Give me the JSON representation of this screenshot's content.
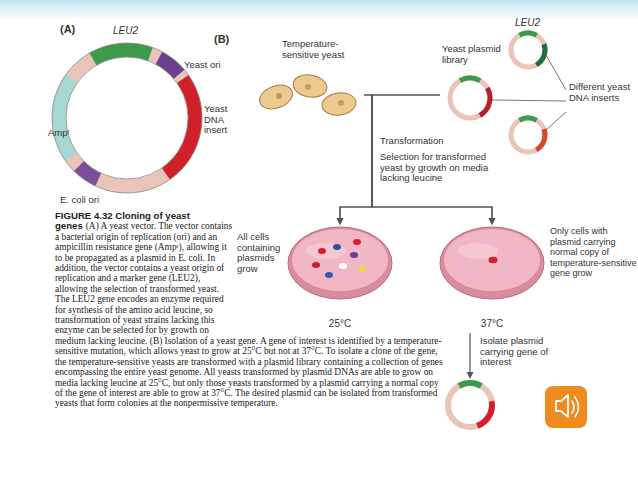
{
  "diagram": {
    "title": "FIGURE 4.32 Cloning of yeast genes",
    "caption": "(A) A yeast vector. The vector contains a bacterial origin of replication (ori) and an ampicillin resistance gene (Ampʳ), allowing it to be propagated as a plasmid in E. coli. In addition, the vector contains a yeast origin of replication and a marker gene (LEU2), allowing the selection of transformed yeast. The LEU2 gene encodes an enzyme required for synthesis of the amino acid leucine, so transformation of yeast strains lacking this enzyme can be selected for by growth on medium lacking leucine. (B) Isolation of a yeast gene. A gene of interest is identified by a temperature-sensitive mutation, which allows yeast to grow at 25°C but not at 37°C. To isolate a clone of the gene, the temperature-sensitive yeasts are transformed with a plasmid library containing a collection of genes encompassing the entire yeast genome. All yeasts transformed by plasmid DNAs are able to grow on media lacking leucine at 25°C, but only those yeasts transformed by a plasmid carrying a normal copy of the gene of interest are able to grow at 37°C. The desired plasmid can be isolated from transformed yeasts that form colonies at the nonpermissive temperature.",
    "nodes": [
      {
        "text": [
          "Temperature-sensitive yeast"
        ]
      },
      {
        "text": [
          "Yeast plasmid library"
        ]
      },
      {
        "text": [
          "25°C"
        ]
      },
      {
        "text": [
          "37°C"
        ]
      }
    ],
    "edges": [
      {
        "from": 0,
        "to": 2,
        "arrow": "to"
      },
      {
        "from": 0,
        "to": 3,
        "arrow": "to"
      },
      {
        "from": 1,
        "to": 2,
        "arrow": "to"
      },
      {
        "from": 1,
        "to": 3,
        "arrow": "to"
      }
    ],
    "labels": [
      "(A)",
      "LEU2",
      "Yeast ori",
      "Yeast DNA insert",
      "Ampʳ",
      "E. coli ori",
      "(B)",
      "LEU2",
      "Different yeast DNA inserts",
      "Transformation",
      "Selection for transformed yeast by growth on media lacking leucine",
      "All cells containing plasmids grow",
      "Only cells with plasmid carrying normal copy of temperature-sensitive gene grow",
      "Isolate plasmid carrying gene of interest"
    ]
  }
}
